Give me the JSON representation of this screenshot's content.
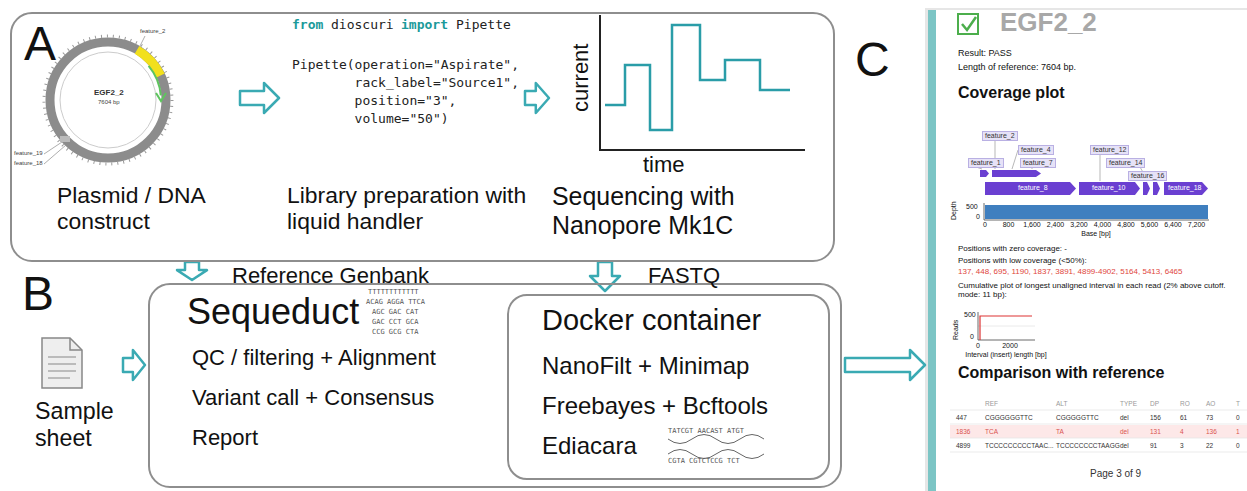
{
  "diagram": {
    "nodes": [
      {
        "text": [
          "A"
        ]
      },
      {
        "text": [
          "Plasmid / DNA construct"
        ],
        "in": 0
      },
      {
        "text": [
          "Library preparation with liquid handler"
        ],
        "in": 0
      },
      {
        "text": [
          "Sequencing with Nanopore Mk1C"
        ],
        "in": 0
      },
      {
        "text": [
          "Sample sheet"
        ]
      },
      {
        "text": [
          "Sequeduct",
          "QC / filtering + Alignment",
          "Variant call + Consensus",
          "Report"
        ]
      },
      {
        "text": [
          "Docker container",
          "NanoFilt + Minimap",
          "Freebayes + Bcftools",
          "Ediacara"
        ],
        "in": 5
      },
      {
        "text": [
          "C"
        ]
      }
    ],
    "edges": [
      {
        "from": 1,
        "to": 2,
        "arrow": "to"
      },
      {
        "from": 2,
        "to": 3,
        "arrow": "to"
      },
      {
        "from": 1,
        "to": 5,
        "arrow": "to",
        "label": "Reference Genbank"
      },
      {
        "from": 3,
        "to": 6,
        "arrow": "to",
        "label": "FASTQ"
      },
      {
        "from": 4,
        "to": 5,
        "arrow": "to"
      },
      {
        "from": 5,
        "to": 7,
        "arrow": "to"
      }
    ],
    "labels": [
      "from",
      "dioscuri",
      "import",
      "Pipette",
      "Pipette(operation=\"Aspirate\",",
      "        rack_label=\"Source1\",",
      "        position=\"3\",",
      "        volume=\"50\")",
      "current",
      "time",
      "feature_2",
      "EGF2_2",
      "7604 bp",
      "feature_19",
      "feature_18",
      "B",
      "TTTTTTTTTTTT",
      "ACAG AGGA TTCA",
      "AGC GAC CAT",
      "GAC CCT GCA",
      "CCG GCG CTA",
      "TATCGT AACAST ATGT",
      "CGTA CGTCTCCG TCT",
      "EGF2_2",
      "Result: PASS",
      "Length of reference: 7604 bp.",
      "Coverage plot",
      "feature_2",
      "feature_4",
      "feature_1",
      "feature_7",
      "feature_12",
      "feature_14",
      "feature_16",
      "feature_8",
      "feature_10",
      "feature_18",
      "Depth",
      "500",
      "0",
      "0",
      "800",
      "1,600",
      "2,400",
      "3,200",
      "4,000",
      "4,800",
      "5,600",
      "6,400",
      "7,200",
      "Base [bp]",
      "Positions with zero coverage: -",
      "Positions with low coverage (<50%):",
      "137, 448, 695, 1190, 1837, 3891, 4899-4902, 5164, 5413, 6465",
      "Cumulative plot of longest unaligned interval in each read (2% above cutoff. mode: 11 bp):",
      "Reads",
      "500",
      "0",
      "0",
      "2000",
      "Interval (insert) length [bp]",
      "Comparison with reference",
      "REF",
      "ALT",
      "TYPE",
      "DP",
      "RO",
      "AO",
      "T",
      "447",
      "CGGGGGGTTC",
      "CGGGGGTTC",
      "del",
      "156",
      "61",
      "73",
      "0",
      "1836",
      "TCA",
      "TA",
      "del",
      "131",
      "4",
      "136",
      "1",
      "4899",
      "TCCCCCCCCCTAAC...",
      "TCCCCCCCCTAAGG",
      "del",
      "91",
      "3",
      "22",
      "0",
      "Page 3 of 9"
    ]
  }
}
